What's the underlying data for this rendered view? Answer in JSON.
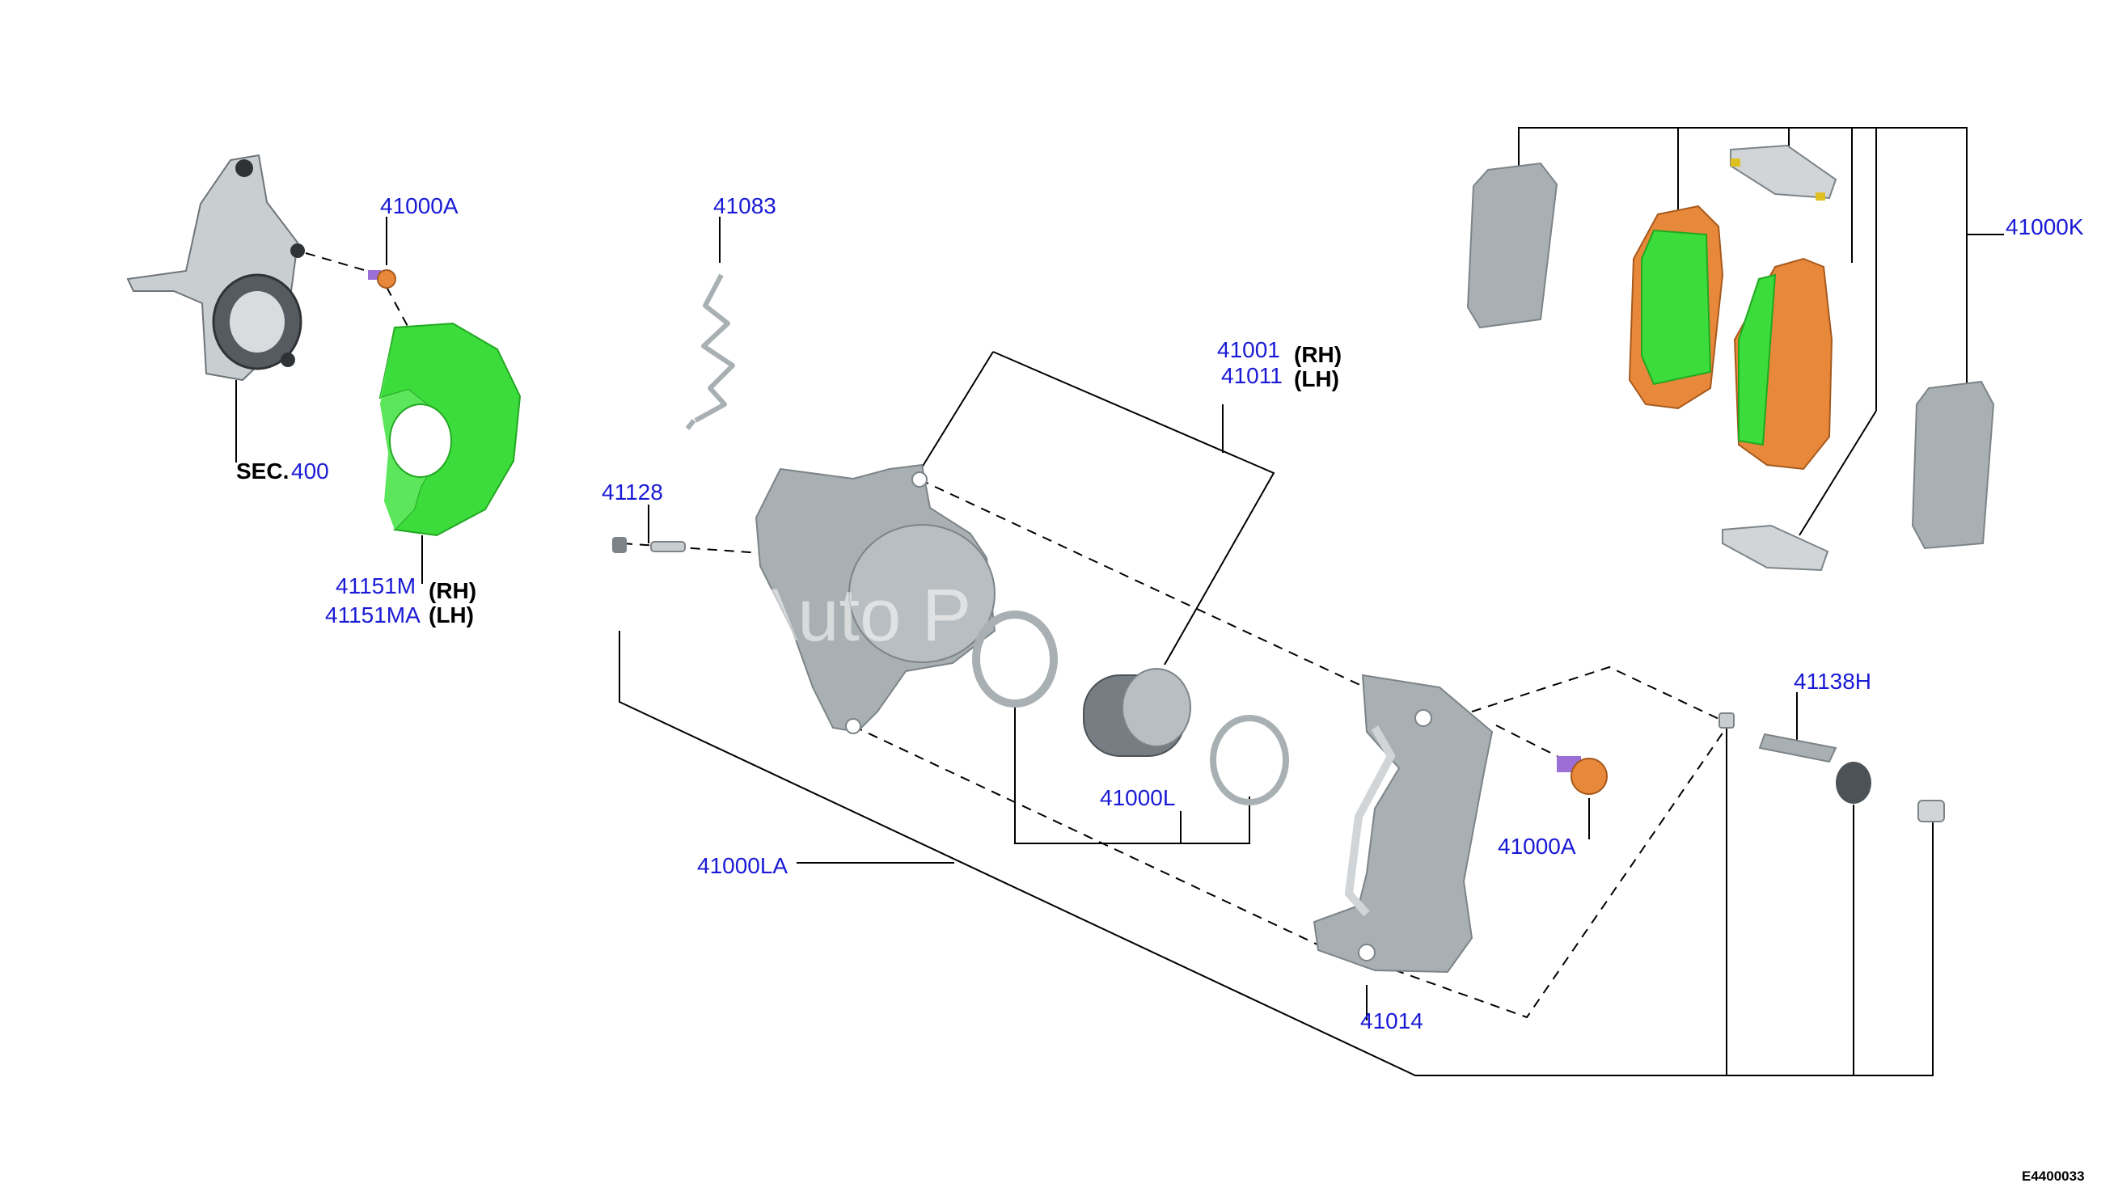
{
  "labels": {
    "p41000A_top": "41000A",
    "p41083": "41083",
    "p41000K": "41000K",
    "p41001": "41001",
    "p41001_side": "(RH)",
    "p41011": "41011",
    "p41011_side": "(LH)",
    "sec_prefix": "SEC.",
    "sec_num": "400",
    "p41151M": "41151M",
    "p41151M_side": "(RH)",
    "p41151MA": "41151MA",
    "p41151MA_side": "(LH)",
    "p41128": "41128",
    "p41138H": "41138H",
    "p41000L": "41000L",
    "p41000A_bottom": "41000A",
    "p41000LA": "41000LA",
    "p41014": "41014"
  },
  "watermark": "Auto P",
  "diagram_code": "E4400033",
  "colors": {
    "part_number": "#1a1ad6",
    "highlight_green": "#3ddc3d",
    "highlight_orange": "#e8883a",
    "part_grey": "#a9b0b3",
    "line": "#000000"
  }
}
